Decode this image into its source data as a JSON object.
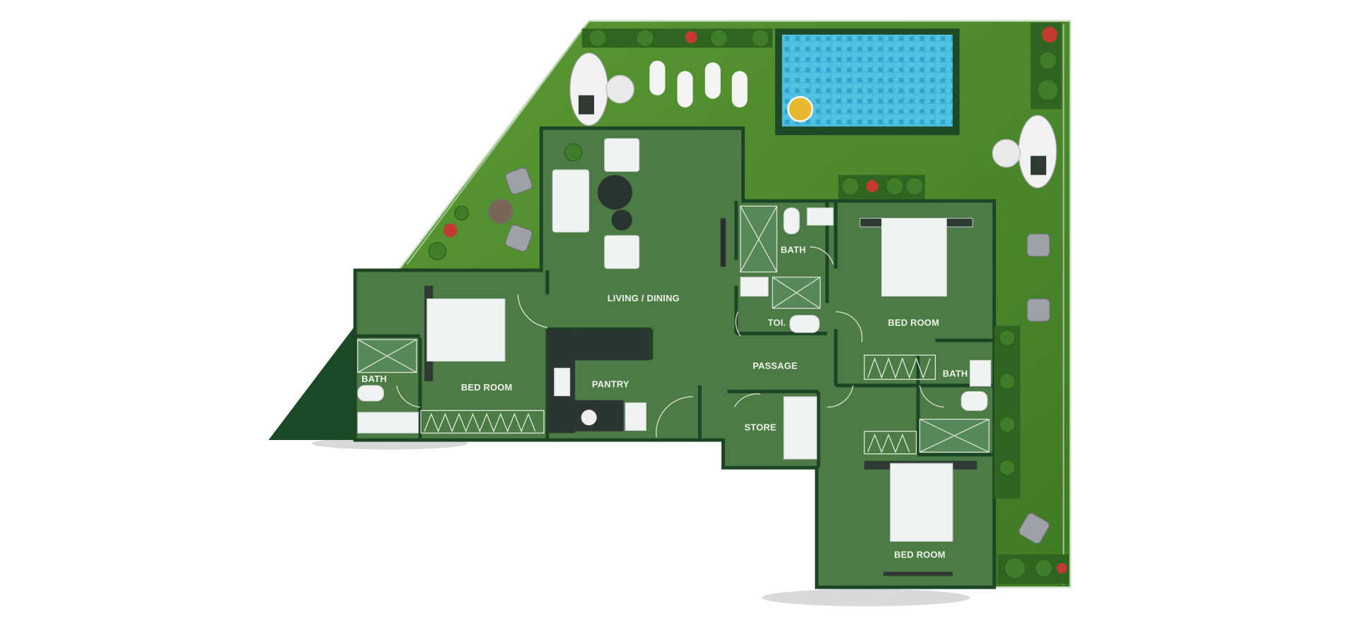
{
  "plan": {
    "rooms": {
      "living_dining": "LIVING / DINING",
      "bedroom_left": "BED ROOM",
      "bath_left": "BATH",
      "pantry": "PANTRY",
      "passage": "PASSAGE",
      "store": "STORE",
      "toilet": "TOI.",
      "bath_top": "BATH",
      "bedroom_right": "BED ROOM",
      "bath_right": "BATH",
      "bedroom_bottom": "BED ROOM"
    }
  },
  "colors": {
    "lawn": "#4f8a2c",
    "floor": "#4d7b45",
    "wall": "#1d4525",
    "pool": "#3db5d8"
  }
}
